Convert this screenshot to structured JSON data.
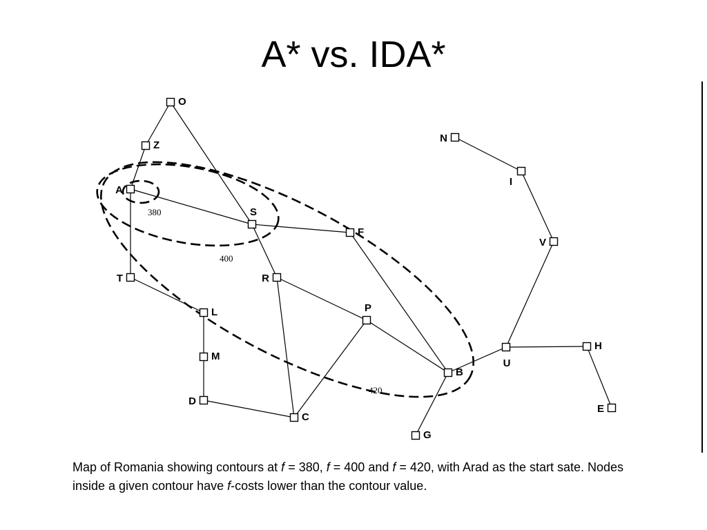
{
  "title": "A* vs. IDA*",
  "diagram": {
    "nodes": [
      {
        "id": "O",
        "label": "O"
      },
      {
        "id": "Z",
        "label": "Z"
      },
      {
        "id": "A",
        "label": "A"
      },
      {
        "id": "S",
        "label": "S"
      },
      {
        "id": "F",
        "label": "F"
      },
      {
        "id": "T",
        "label": "T"
      },
      {
        "id": "R",
        "label": "R"
      },
      {
        "id": "L",
        "label": "L"
      },
      {
        "id": "P",
        "label": "P"
      },
      {
        "id": "M",
        "label": "M"
      },
      {
        "id": "D",
        "label": "D"
      },
      {
        "id": "C",
        "label": "C"
      },
      {
        "id": "B",
        "label": "B"
      },
      {
        "id": "G",
        "label": "G"
      },
      {
        "id": "U",
        "label": "U"
      },
      {
        "id": "H",
        "label": "H"
      },
      {
        "id": "E",
        "label": "E"
      },
      {
        "id": "N",
        "label": "N"
      },
      {
        "id": "I",
        "label": "I"
      },
      {
        "id": "V",
        "label": "V"
      }
    ],
    "edges": [
      [
        "O",
        "Z"
      ],
      [
        "O",
        "S"
      ],
      [
        "Z",
        "A"
      ],
      [
        "A",
        "S"
      ],
      [
        "A",
        "T"
      ],
      [
        "S",
        "F"
      ],
      [
        "S",
        "R"
      ],
      [
        "F",
        "B"
      ],
      [
        "T",
        "L"
      ],
      [
        "L",
        "M"
      ],
      [
        "M",
        "D"
      ],
      [
        "D",
        "C"
      ],
      [
        "R",
        "C"
      ],
      [
        "R",
        "P"
      ],
      [
        "P",
        "C"
      ],
      [
        "P",
        "B"
      ],
      [
        "B",
        "G"
      ],
      [
        "B",
        "U"
      ],
      [
        "U",
        "H"
      ],
      [
        "H",
        "E"
      ],
      [
        "U",
        "V"
      ],
      [
        "V",
        "I"
      ],
      [
        "I",
        "N"
      ]
    ],
    "contours": [
      {
        "label": "380"
      },
      {
        "label": "400"
      },
      {
        "label": "420"
      }
    ]
  },
  "caption": {
    "part1": "Map of Romania showing contours at ",
    "f": "f",
    "part2": " = 380, ",
    "part3": " = 400 and ",
    "part4": " = 420, with Arad as the start sate. Nodes inside a given contour have ",
    "part5": "-costs lower than the contour value."
  }
}
